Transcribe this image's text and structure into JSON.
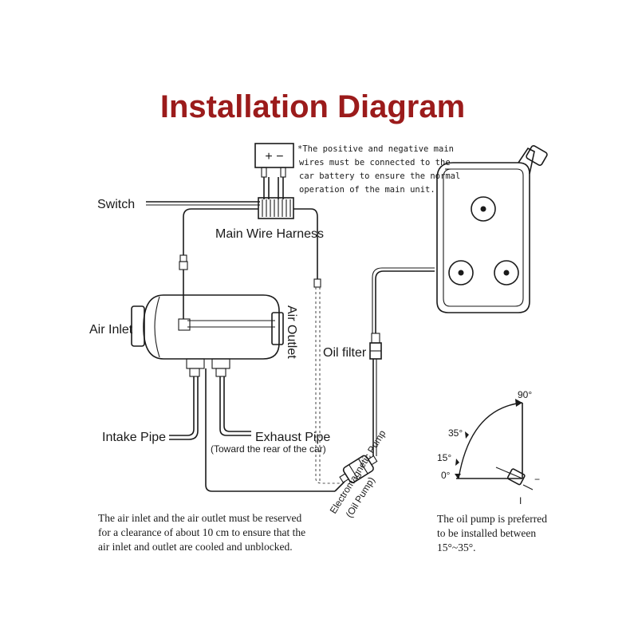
{
  "title": "Installation Diagram",
  "battery": {
    "symbols": "+ −",
    "note_lines": [
      "*The positive and negative main",
      "wires must be connected to the",
      "car battery to ensure the normal",
      "operation of the main unit."
    ]
  },
  "labels": {
    "switch": "Switch",
    "main_wire_harness": "Main Wire Harness",
    "air_inlet": "Air Inlet",
    "air_outlet": "Air Outlet",
    "oil_filter": "Oil filter",
    "intake_pipe": "Intake Pipe",
    "exhaust_pipe": "Exhaust Pipe",
    "exhaust_note": "(Toward the rear of the car)",
    "pump_line1": "Electromagnetic Pump",
    "pump_line2": "(Oil Pump)"
  },
  "angles": {
    "a90": "90°",
    "a35": "35°",
    "a15": "15°",
    "a0": "0°",
    "minus": "−",
    "bar": "I"
  },
  "bottom_left_note": [
    "The air inlet and the air outlet must be reserved",
    "for a clearance of about 10 cm to ensure that the",
    "air inlet and outlet are cooled and unblocked."
  ],
  "bottom_right_note": [
    "The oil pump is preferred",
    "to be installed between",
    "15°~35°."
  ]
}
